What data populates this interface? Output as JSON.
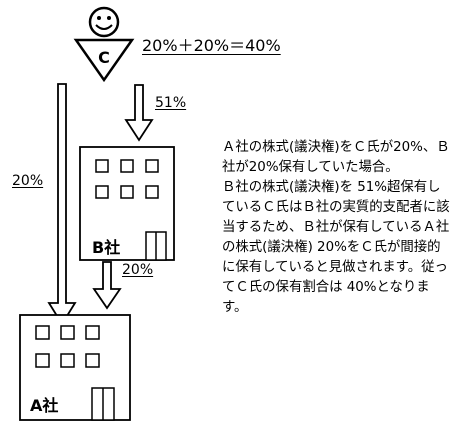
{
  "person": {
    "icon": "smiley-face-icon",
    "label": "C"
  },
  "equation": "20%＋20%＝40%",
  "arrows": {
    "c_to_b_pct": "51%",
    "c_to_a_pct": "20%",
    "b_to_a_pct": "20%"
  },
  "buildings": {
    "b_label": "B社",
    "a_label": "A社"
  },
  "explanation": {
    "paragraph1": "Ａ社の株式(議決権)をＣ氏が20%、Ｂ社が20%保有していた場合。",
    "paragraph2": "Ｂ社の株式(議決権)を 51%超保有しているＣ氏はＢ社の実質的支配者に該当するため、Ｂ社が保有しているＡ社の株式(議決権) 20%をＣ氏が間接的に保有していると見做されます。従ってＣ氏の保有割合は 40%となります。"
  },
  "colors": {
    "stroke": "#000000",
    "background": "#ffffff"
  }
}
